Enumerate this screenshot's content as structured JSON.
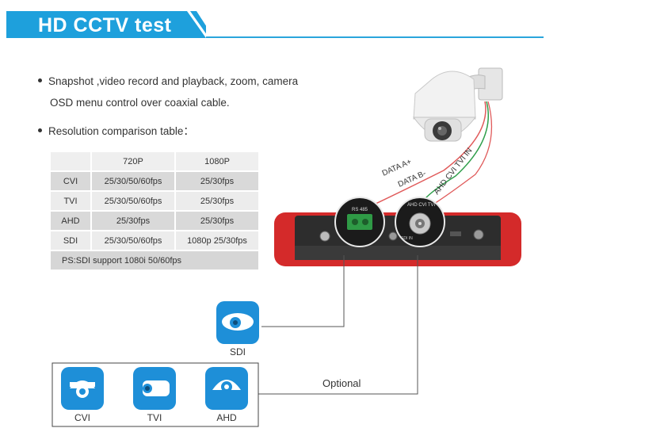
{
  "header": {
    "title": "HD CCTV test"
  },
  "bullets": {
    "feature_line1": "Snapshot ,video record and playback, zoom, camera",
    "feature_line2": "OSD menu control over coaxial cable.",
    "resolution_heading": "Resolution comparison table："
  },
  "table": {
    "columns": [
      "",
      "720P",
      "1080P"
    ],
    "rows": [
      [
        "CVI",
        "25/30/50/60fps",
        "25/30fps"
      ],
      [
        "TVI",
        "25/30/50/60fps",
        "25/30fps"
      ],
      [
        "AHD",
        "25/30fps",
        "25/30fps"
      ],
      [
        "SDI",
        "25/30/50/60fps",
        "1080p 25/30fps"
      ]
    ],
    "note": "PS:SDI support 1080i 50/60fps"
  },
  "diagram": {
    "wire_labels": {
      "data_a": "DATA A+",
      "data_b": "DATA B-",
      "ahd_in": "AHD CVI TVI IN"
    },
    "port_labels": {
      "rs485": "RS 485",
      "ahd_port": "AHD CVI TVI",
      "sdi_port": "SDI IN"
    },
    "cameras": {
      "sdi": "SDI",
      "cvi": "CVI",
      "tvi": "TVI",
      "ahd": "AHD"
    },
    "optional": "Optional"
  },
  "colors": {
    "accent_blue": "#1ea0dc",
    "tester_red": "#d42a2a",
    "wire_red": "#e05a5a",
    "wire_green": "#2e9e4a",
    "port_green": "#2f9a46"
  }
}
